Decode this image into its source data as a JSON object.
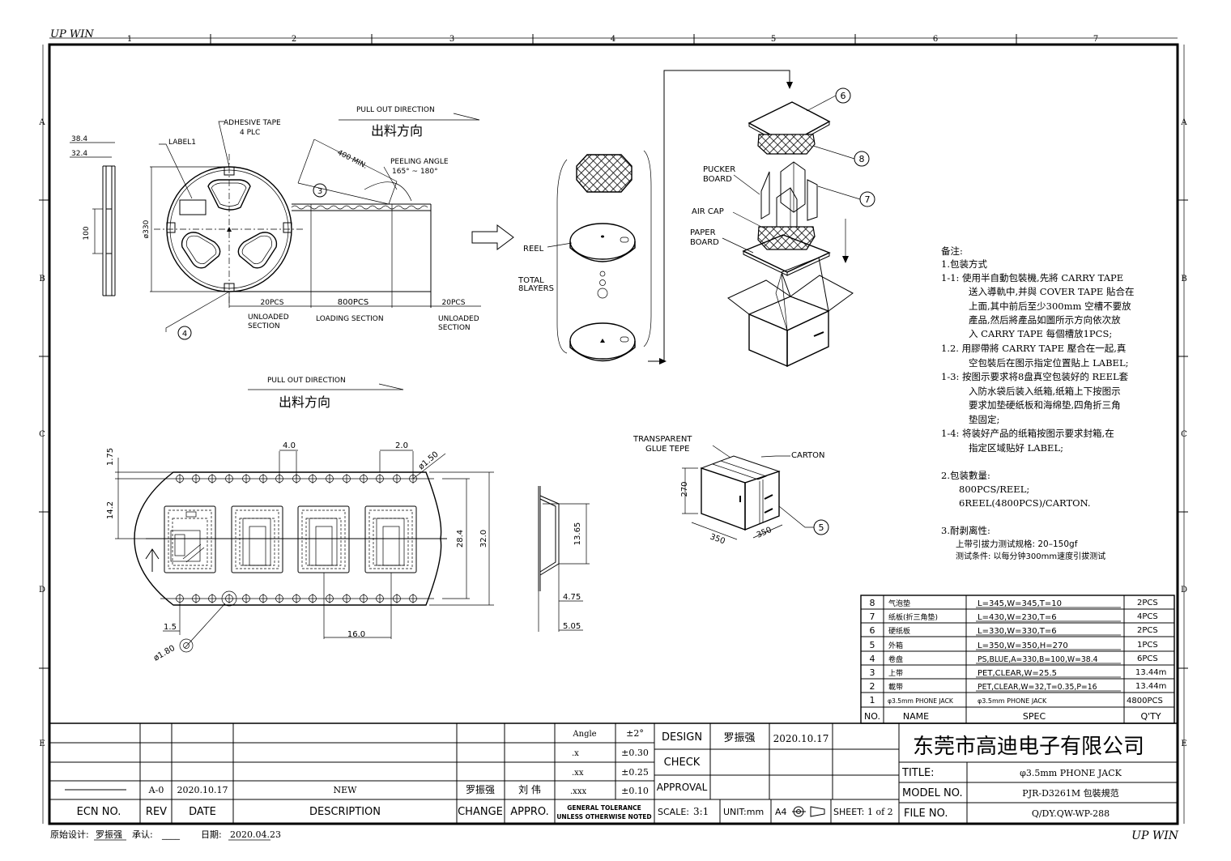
{
  "corner": {
    "top_left": "UP WIN",
    "bottom_right": "UP WIN"
  },
  "grid": {
    "cols": [
      "1",
      "2",
      "3",
      "4",
      "5",
      "6",
      "7"
    ],
    "rows": [
      "A",
      "B",
      "C",
      "D",
      "E"
    ]
  },
  "footer": {
    "design_label": "原始设计:",
    "designer": "罗振强",
    "approve_label": "承认:",
    "approve_value": "____",
    "date_label": "日期:",
    "date_value": "2020.04.23"
  },
  "reel_view": {
    "adhesive_tape": "ADHESIVE TAPE",
    "adhesive_qty": "4 PLC",
    "label1": "LABEL1",
    "dia330": "ø330",
    "dim_38_4": "38.4",
    "dim_32_4": "32.4",
    "dim_100": "100",
    "callout_3": "3",
    "callout_4": "4"
  },
  "tape_layout": {
    "pull_out_en": "PULL OUT DIRECTION",
    "pull_out_cn": "出料方向",
    "dist_400": "400 MIN.",
    "peeling_angle": "PEELING ANGLE",
    "peeling_range": "165° ~ 180°",
    "pcs_left": "20PCS",
    "pcs_mid": "800PCS",
    "pcs_right": "20PCS",
    "unloaded_left": "UNLOADED",
    "section_left": "SECTION",
    "loading": "LOADING SECTION",
    "unloaded_right": "UNLOADED",
    "section_right": "SECTION"
  },
  "stack_view": {
    "reel": "REEL",
    "total": "TOTAL",
    "layers": "8LAYERS"
  },
  "box_view": {
    "pucker": "PUCKER",
    "board": "BOARD",
    "air_cap": "AIR CAP",
    "paper": "PAPER",
    "paper_board": "BOARD",
    "callout_6": "6",
    "callout_7": "7",
    "callout_8": "8"
  },
  "carrier_tape": {
    "pull_out_en": "PULL OUT DIRECTION",
    "pull_out_cn": "出料方向",
    "d_4_0": "4.0",
    "d_2_0": "2.0",
    "d_1_75": "1.75",
    "d_14_2": "14.2",
    "d_hole": "ø1.50",
    "d_28_4": "28.4",
    "d_32_0": "32.0",
    "d_16_0": "16.0",
    "d_1_5": "1.5",
    "d_hole2": "ø1.80"
  },
  "side_section": {
    "d_13_65": "13.65",
    "d_4_75": "4.75",
    "d_5_05": "5.05"
  },
  "carton_view": {
    "transparent": "TRANSPARENT",
    "glue": "GLUE TEPE",
    "carton": "CARTON",
    "d_270": "270",
    "d_350a": "350",
    "d_350b": "350",
    "callout_5": "5"
  },
  "notes": {
    "title": "备注:",
    "n1": "1.包装方式",
    "n1_1_a": "1-1: 使用半自動包裝機,先將 CARRY TAPE",
    "n1_1_b": "送入導軌中,并與 COVER TAPE 貼合在",
    "n1_1_c": "上面,其中前后至少300mm 空槽不要放",
    "n1_1_d": "產品,然后將產品如圖所示方向依次放",
    "n1_1_e": "入 CARRY TAPE 每個槽放1PCS;",
    "n1_2_a": "1.2. 用膠帶將 CARRY TAPE 壓合在一起,真",
    "n1_2_b": "空包裝后在图示指定位置貼上 LABEL;",
    "n1_3_a": "1-3: 按图示要求将8盘真空包装好的 REEL套",
    "n1_3_b": "入防水袋后装入纸箱,纸箱上下按图示",
    "n1_3_c": "要求加垫硬纸板和海绵垫,四角折三角",
    "n1_3_d": "垫固定;",
    "n1_4_a": "1-4: 将装好产品的纸箱按图示要求封箱,在",
    "n1_4_b": "指定区域贴好 LABEL;",
    "n2": "2.包装數量:",
    "n2_a": "800PCS/REEL;",
    "n2_b": "6REEL(4800PCS)/CARTON.",
    "n3": "3.耐剥离性:",
    "n3_a": "上带引拔力测试规格: 20–150gf",
    "n3_b": "测试条件: 以每分钟300mm速度引拔测试"
  },
  "bom": {
    "headers": {
      "no": "NO.",
      "name": "NAME",
      "spec": "SPEC",
      "qty": "Q'TY"
    },
    "rows": [
      {
        "no": "8",
        "name": "气泡垫",
        "spec": "L=345,W=345,T=10",
        "qty": "2PCS"
      },
      {
        "no": "7",
        "name": "纸板(折三角垫)",
        "spec": "L=430,W=230,T=6",
        "qty": "4PCS"
      },
      {
        "no": "6",
        "name": "硬纸板",
        "spec": "L=330,W=330,T=6",
        "qty": "2PCS"
      },
      {
        "no": "5",
        "name": "外箱",
        "spec": "L=350,W=350,H=270",
        "qty": "1PCS"
      },
      {
        "no": "4",
        "name": "卷盘",
        "spec": "PS,BLUE,A=330,B=100,W=38.4",
        "qty": "6PCS"
      },
      {
        "no": "3",
        "name": "上带",
        "spec": "PET,CLEAR,W=25.5",
        "qty": "13.44m"
      },
      {
        "no": "2",
        "name": "載带",
        "spec": "PET,CLEAR,W=32,T=0.35,P=16",
        "qty": "13.44m"
      },
      {
        "no": "1",
        "name": "φ3.5mm PHONE JACK",
        "spec": "φ3.5mm PHONE JACK",
        "qty": "4800PCS"
      }
    ]
  },
  "title_block": {
    "company": "东莞市高迪电子有限公司",
    "title_label": "TITLE:",
    "title_value": "φ3.5mm PHONE JACK",
    "model_label": "MODEL NO.",
    "model_value": "PJR-D3261M 包裝規范",
    "file_label": "FILE NO.",
    "file_value": "Q/DY.QW-WP-288",
    "design_label": "DESIGN",
    "design_name": "罗振强",
    "design_date": "2020.10.17",
    "check_label": "CHECK",
    "approval_label": "APPROVAL",
    "scale_label": "SCALE:",
    "scale_value": "3:1",
    "unit_label": "UNIT:mm",
    "paper_size": "A4",
    "sheet_label": "SHEET:",
    "sheet_value": "1 of 2",
    "tol_angle": "Angle",
    "tol_angle_v": "±2°",
    "tol_x": ".x",
    "tol_x_v": "±0.30",
    "tol_xx": ".xx",
    "tol_xx_v": "±0.25",
    "tol_xxx": ".xxx",
    "tol_xxx_v": "±0.10",
    "tol_general": "GENERAL TOLERANCE",
    "tol_unless": "UNLESS OTHERWISE NOTED",
    "rev_value": "A-0",
    "rev_date": "2020.10.17",
    "rev_desc": "NEW",
    "rev_change": "罗振强",
    "rev_appro": "刘 伟",
    "h_ecn": "ECN NO.",
    "h_rev": "REV",
    "h_date": "DATE",
    "h_desc": "DESCRIPTION",
    "h_change": "CHANGE",
    "h_appro": "APPRO."
  }
}
